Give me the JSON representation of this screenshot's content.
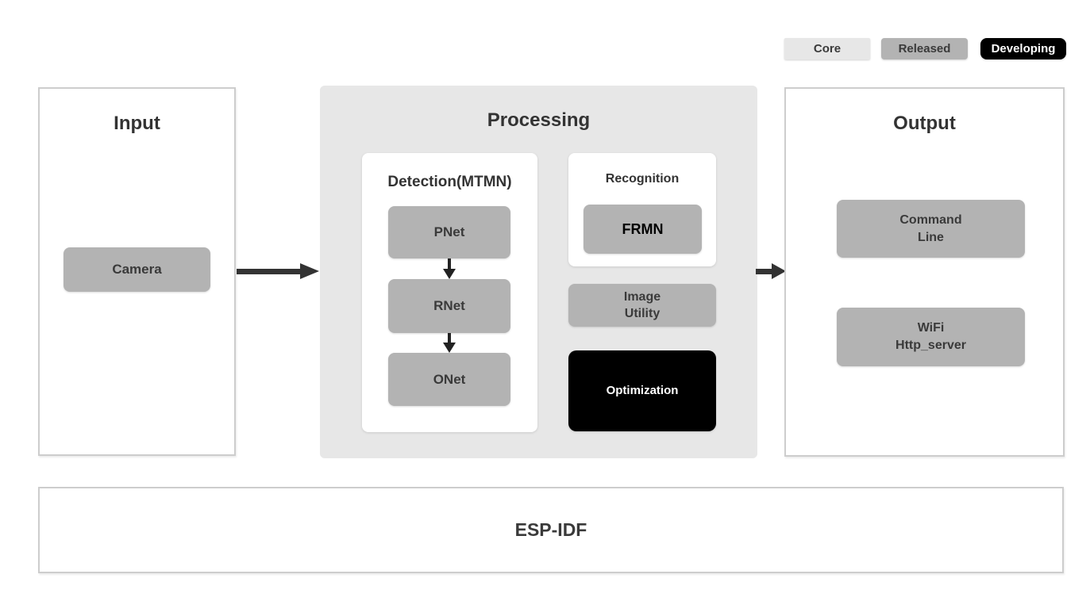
{
  "legend": {
    "core": {
      "label": "Core"
    },
    "released": {
      "label": "Released"
    },
    "developing": {
      "label": "Developing"
    }
  },
  "input": {
    "title": "Input",
    "camera_label": "Camera"
  },
  "processing": {
    "title": "Processing",
    "detection": {
      "title": "Detection(MTMN)",
      "pnet": "PNet",
      "rnet": "RNet",
      "onet": "ONet"
    },
    "recognition": {
      "title": "Recognition",
      "frmn": "FRMN"
    },
    "image_utility": {
      "line1": "Image",
      "line2": "Utility"
    },
    "optimization_label": "Optimization"
  },
  "output": {
    "title": "Output",
    "command_line": {
      "line1": "Command",
      "line2": "Line"
    },
    "wifi_server": {
      "line1": "WiFi",
      "line2": "Http_server"
    }
  },
  "foundation": {
    "title": "ESP-IDF"
  },
  "colors": {
    "core_bg": "#e7e7e7",
    "released_bg": "#b3b3b3",
    "developing_bg": "#000000",
    "section_border": "#cdcdcd",
    "text": "#3a3a3a",
    "arrow": "#333333"
  }
}
